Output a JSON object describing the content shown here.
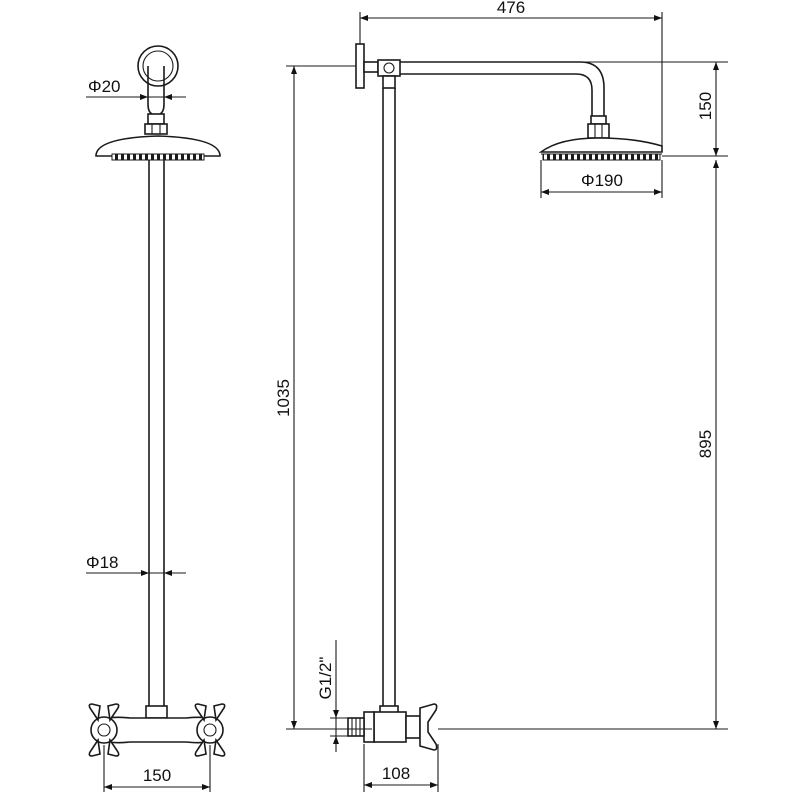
{
  "dimensions": {
    "pipe_diameter_top": "Φ20",
    "riser_diameter": "Φ18",
    "mixer_center_distance": "150",
    "arm_projection": "476",
    "arm_drop": "150",
    "head_diameter": "Φ190",
    "total_height": "1035",
    "head_height": "895",
    "inlet_thread": "G1/2\"",
    "mixer_depth": "108"
  }
}
